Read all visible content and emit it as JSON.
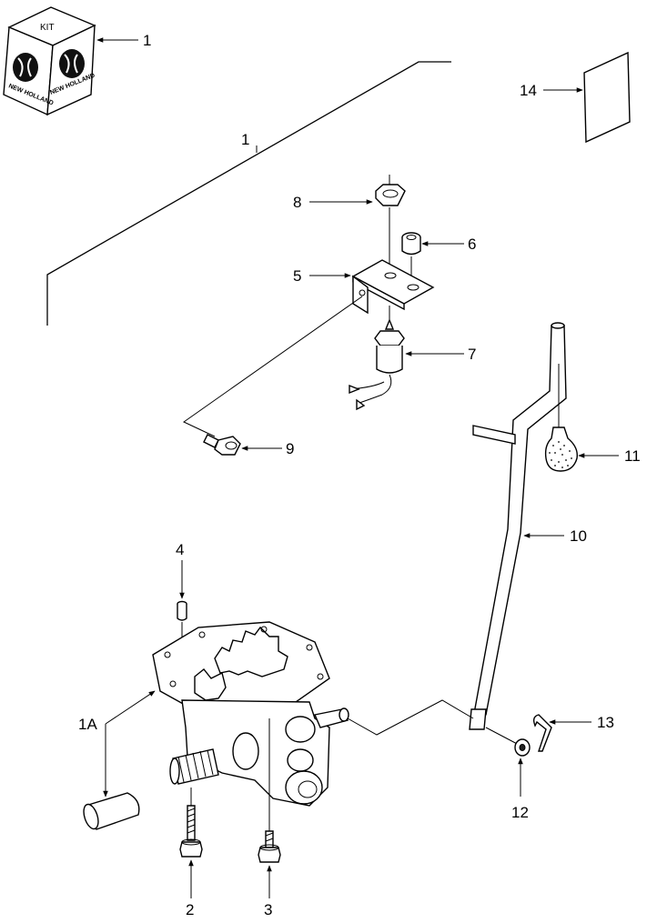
{
  "kit": {
    "label": "KIT",
    "brand": "NEW HOLLAND"
  },
  "callouts": {
    "c1_kit": "1",
    "c1_line": "1",
    "c1a": "1A",
    "c2": "2",
    "c3": "3",
    "c4": "4",
    "c5": "5",
    "c6": "6",
    "c7": "7",
    "c8": "8",
    "c9": "9",
    "c10": "10",
    "c11": "11",
    "c12": "12",
    "c13": "13",
    "c14": "14"
  }
}
